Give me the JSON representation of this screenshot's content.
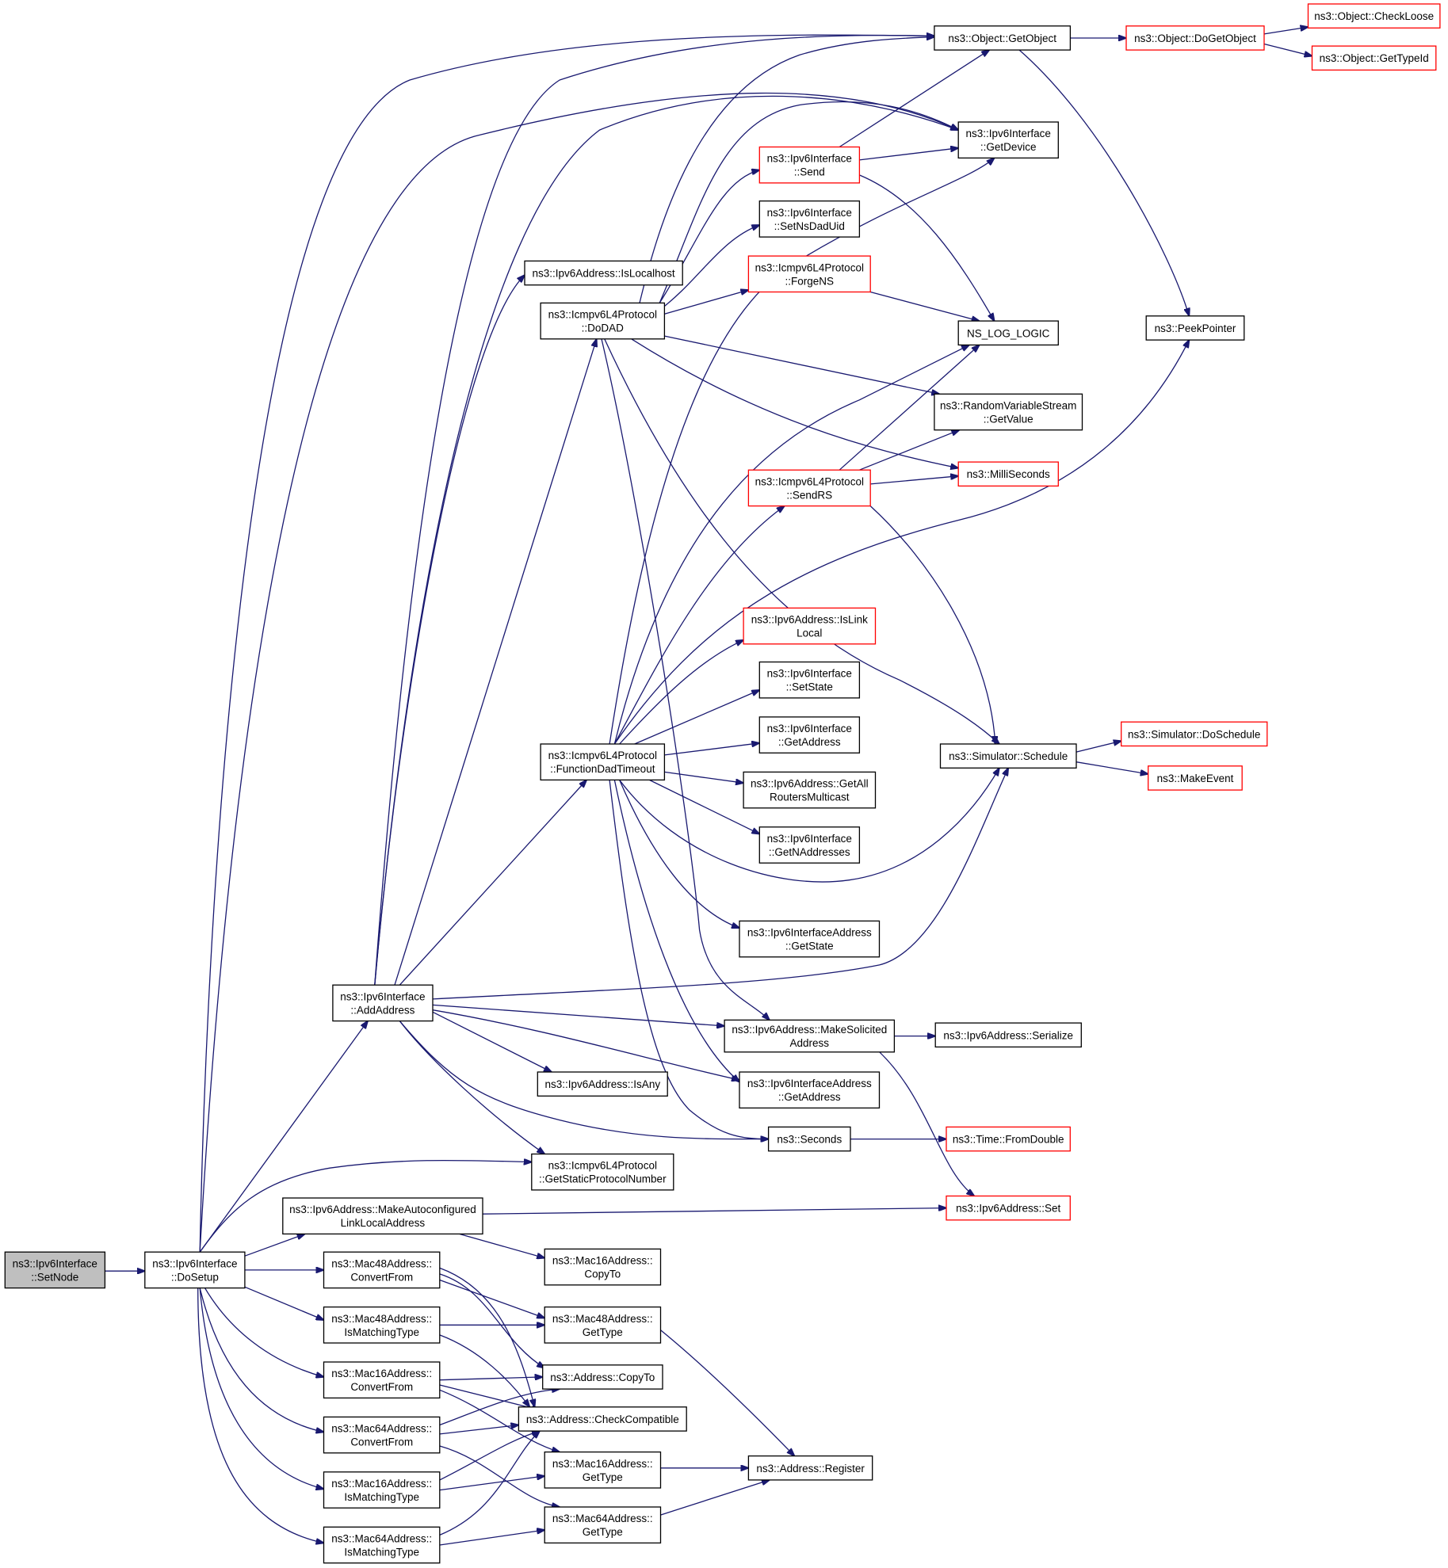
{
  "colors": {
    "edge": "#191970",
    "box_border": "#000000",
    "red_border": "#ff0000",
    "root_fill": "#bfbfbf",
    "box_fill": "#ffffff"
  },
  "nodes": [
    {
      "id": "setnode",
      "lines": [
        "ns3::Ipv6Interface",
        "::SetNode"
      ],
      "style": "root"
    },
    {
      "id": "dosetup",
      "lines": [
        "ns3::Ipv6Interface",
        "::DoSetup"
      ],
      "style": "normal"
    },
    {
      "id": "addaddress",
      "lines": [
        "ns3::Ipv6Interface",
        "::AddAddress"
      ],
      "style": "normal"
    },
    {
      "id": "islocalhost",
      "lines": [
        "ns3::Ipv6Address::IsLocalhost"
      ],
      "style": "normal"
    },
    {
      "id": "dodad",
      "lines": [
        "ns3::Icmpv6L4Protocol",
        "::DoDAD"
      ],
      "style": "normal"
    },
    {
      "id": "fdt",
      "lines": [
        "ns3::Icmpv6L4Protocol",
        "::FunctionDadTimeout"
      ],
      "style": "normal"
    },
    {
      "id": "isany",
      "lines": [
        "ns3::Ipv6Address::IsAny"
      ],
      "style": "normal"
    },
    {
      "id": "getstaticproto",
      "lines": [
        "ns3::Icmpv6L4Protocol",
        "::GetStaticProtocolNumber"
      ],
      "style": "normal"
    },
    {
      "id": "makeautoll",
      "lines": [
        "ns3::Ipv6Address::MakeAutoconfigured",
        "LinkLocalAddress"
      ],
      "style": "normal"
    },
    {
      "id": "mac48convert",
      "lines": [
        "ns3::Mac48Address::",
        "ConvertFrom"
      ],
      "style": "normal"
    },
    {
      "id": "mac48ismatch",
      "lines": [
        "ns3::Mac48Address::",
        "IsMatchingType"
      ],
      "style": "normal"
    },
    {
      "id": "mac16convert",
      "lines": [
        "ns3::Mac16Address::",
        "ConvertFrom"
      ],
      "style": "normal"
    },
    {
      "id": "mac64convert",
      "lines": [
        "ns3::Mac64Address::",
        "ConvertFrom"
      ],
      "style": "normal"
    },
    {
      "id": "mac16ismatch",
      "lines": [
        "ns3::Mac16Address::",
        "IsMatchingType"
      ],
      "style": "normal"
    },
    {
      "id": "mac64ismatch",
      "lines": [
        "ns3::Mac64Address::",
        "IsMatchingType"
      ],
      "style": "normal"
    },
    {
      "id": "mac16copyto",
      "lines": [
        "ns3::Mac16Address::",
        "CopyTo"
      ],
      "style": "normal"
    },
    {
      "id": "mac48gettype",
      "lines": [
        "ns3::Mac48Address::",
        "GetType"
      ],
      "style": "normal"
    },
    {
      "id": "addrcopyto",
      "lines": [
        "ns3::Address::CopyTo"
      ],
      "style": "normal"
    },
    {
      "id": "checkcompat",
      "lines": [
        "ns3::Address::CheckCompatible"
      ],
      "style": "normal"
    },
    {
      "id": "mac16gettype",
      "lines": [
        "ns3::Mac16Address::",
        "GetType"
      ],
      "style": "normal"
    },
    {
      "id": "mac64gettype",
      "lines": [
        "ns3::Mac64Address::",
        "GetType"
      ],
      "style": "normal"
    },
    {
      "id": "register",
      "lines": [
        "ns3::Address::Register"
      ],
      "style": "normal"
    },
    {
      "id": "send",
      "lines": [
        "ns3::Ipv6Interface",
        "::Send"
      ],
      "style": "red"
    },
    {
      "id": "setnsdaduid",
      "lines": [
        "ns3::Ipv6Interface",
        "::SetNsDadUid"
      ],
      "style": "normal"
    },
    {
      "id": "forgens",
      "lines": [
        "ns3::Icmpv6L4Protocol",
        "::ForgeNS"
      ],
      "style": "red"
    },
    {
      "id": "sendrs",
      "lines": [
        "ns3::Icmpv6L4Protocol",
        "::SendRS"
      ],
      "style": "red"
    },
    {
      "id": "islinklocal",
      "lines": [
        "ns3::Ipv6Address::IsLink",
        "Local"
      ],
      "style": "red"
    },
    {
      "id": "setstate",
      "lines": [
        "ns3::Ipv6Interface",
        "::SetState"
      ],
      "style": "normal"
    },
    {
      "id": "ifgetaddress",
      "lines": [
        "ns3::Ipv6Interface",
        "::GetAddress"
      ],
      "style": "normal"
    },
    {
      "id": "getallrouters",
      "lines": [
        "ns3::Ipv6Address::GetAll",
        "RoutersMulticast"
      ],
      "style": "normal"
    },
    {
      "id": "getnaddresses",
      "lines": [
        "ns3::Ipv6Interface",
        "::GetNAddresses"
      ],
      "style": "normal"
    },
    {
      "id": "ifaddrgetstate",
      "lines": [
        "ns3::Ipv6InterfaceAddress",
        "::GetState"
      ],
      "style": "normal"
    },
    {
      "id": "makesolicited",
      "lines": [
        "ns3::Ipv6Address::MakeSolicited",
        "Address"
      ],
      "style": "normal"
    },
    {
      "id": "ifaddrgetaddress",
      "lines": [
        "ns3::Ipv6InterfaceAddress",
        "::GetAddress"
      ],
      "style": "normal"
    },
    {
      "id": "seconds",
      "lines": [
        "ns3::Seconds"
      ],
      "style": "normal"
    },
    {
      "id": "getobject",
      "lines": [
        "ns3::Object::GetObject"
      ],
      "style": "normal"
    },
    {
      "id": "getdevice",
      "lines": [
        "ns3::Ipv6Interface",
        "::GetDevice"
      ],
      "style": "normal"
    },
    {
      "id": "nslog",
      "lines": [
        "NS_LOG_LOGIC"
      ],
      "style": "normal"
    },
    {
      "id": "rvsgetvalue",
      "lines": [
        "ns3::RandomVariableStream",
        "::GetValue"
      ],
      "style": "normal"
    },
    {
      "id": "milliseconds",
      "lines": [
        "ns3::MilliSeconds"
      ],
      "style": "red"
    },
    {
      "id": "schedule",
      "lines": [
        "ns3::Simulator::Schedule"
      ],
      "style": "normal"
    },
    {
      "id": "serialize",
      "lines": [
        "ns3::Ipv6Address::Serialize"
      ],
      "style": "normal"
    },
    {
      "id": "fromdouble",
      "lines": [
        "ns3::Time::FromDouble"
      ],
      "style": "red"
    },
    {
      "id": "ipv6set",
      "lines": [
        "ns3::Ipv6Address::Set"
      ],
      "style": "red"
    },
    {
      "id": "dogetobject",
      "lines": [
        "ns3::Object::DoGetObject"
      ],
      "style": "red"
    },
    {
      "id": "checkloose",
      "lines": [
        "ns3::Object::CheckLoose"
      ],
      "style": "red"
    },
    {
      "id": "gettypeid",
      "lines": [
        "ns3::Object::GetTypeId"
      ],
      "style": "red"
    },
    {
      "id": "peekpointer",
      "lines": [
        "ns3::PeekPointer"
      ],
      "style": "normal"
    },
    {
      "id": "doschedule",
      "lines": [
        "ns3::Simulator::DoSchedule"
      ],
      "style": "red"
    },
    {
      "id": "makeevent",
      "lines": [
        "ns3::MakeEvent"
      ],
      "style": "red"
    }
  ]
}
